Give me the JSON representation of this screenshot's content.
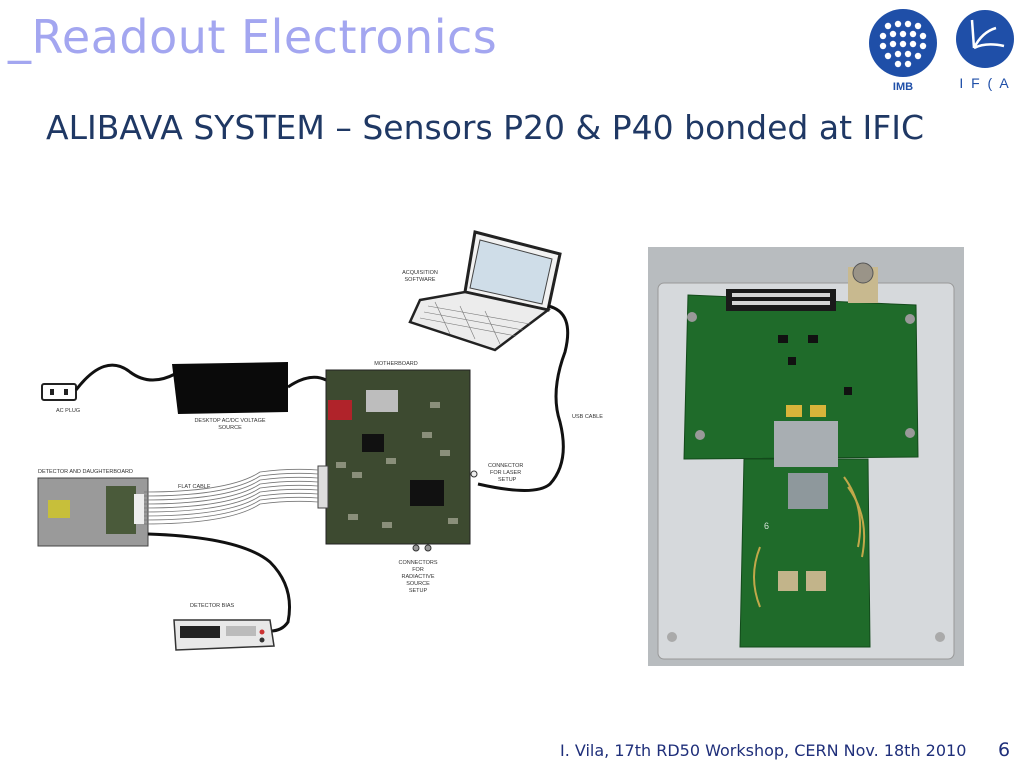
{
  "slide": {
    "title": "_Readout Electronics",
    "subtitle": "ALIBAVA SYSTEM – Sensors P20 & P40  bonded at IFIC",
    "footer": "I. Vila, 17th RD50 Workshop, CERN  Nov. 18th 2010",
    "page_number": "6"
  },
  "logos": {
    "imb": {
      "text": "IMB",
      "color": "#1f4fa8"
    },
    "ifca": {
      "text": "I F ( A",
      "color": "#1f4fa8"
    }
  },
  "diagram": {
    "labels": {
      "acquisition": [
        "ACQUISITION",
        "SOFTWARE"
      ],
      "motherboard": "MOTHERBOARD",
      "ac_plug": "AC PLUG",
      "desktop_source": [
        "DESKTOP AC/DC VOLTAGE",
        "SOURCE"
      ],
      "usb_cable": "USB CABLE",
      "detector_daughterboard": "DETECTOR AND DAUGHTERBOARD",
      "flat_cable": "FLAT CABLE",
      "connector_laser": [
        "CONNECTOR",
        "FOR LASER",
        "SETUP"
      ],
      "connectors_radiactive": [
        "CONNECTORS",
        "FOR",
        "RADIACTIVE",
        "SOURCE",
        "SETUP"
      ],
      "detector_bias": "DETECTOR BIAS"
    }
  },
  "photo": {
    "board_color": "#1f6b2a",
    "plate_color": "#c9cdd0",
    "marking": "6"
  }
}
